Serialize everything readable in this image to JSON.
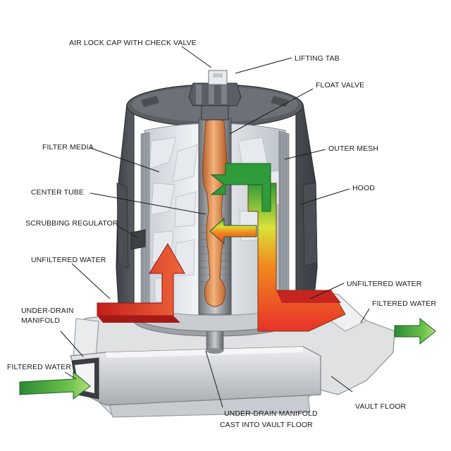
{
  "labels": {
    "air_lock_cap": "AIR LOCK CAP WITH CHECK VALVE",
    "lifting_tab": "LIFTING TAB",
    "float_valve": "FLOAT VALVE",
    "filter_media": "FILTER MEDIA",
    "outer_mesh": "OUTER MESH",
    "center_tube": "CENTER TUBE",
    "hood": "HOOD",
    "scrubbing_regulator": "SCRUBBING REGULATOR",
    "unfiltered_water_left": "UNFILTERED WATER",
    "unfiltered_water_right": "UNFILTERED WATER",
    "filtered_water_right": "FILTERED WATER",
    "under_drain_manifold_line1": "UNDER-DRAIN",
    "under_drain_manifold_line2": "MANIFOLD",
    "filtered_water_left": "FILTERED WATER",
    "vault_floor": "VAULT FLOOR",
    "manifold_cast_line1": "UNDER-DRAIN MANIFOLD",
    "manifold_cast_line2": "CAST INTO VAULT FLOOR"
  },
  "colors": {
    "hood_dark": "#55595e",
    "hood_mid": "#7b8086",
    "media_light": "#eef0f3",
    "float_orange": "#e8934a",
    "unfiltered_red": "#e8322a",
    "filtered_green": "#2f9b3a",
    "concrete": "#d8dadc"
  }
}
